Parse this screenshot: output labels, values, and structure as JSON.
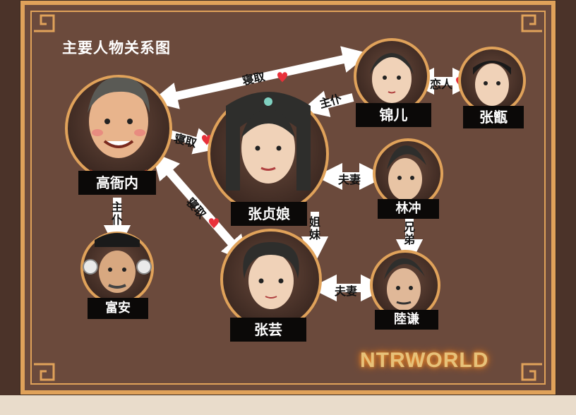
{
  "title": "主要人物关系图",
  "watermark": "NTRWORLD",
  "characters": {
    "gao_yanei": "高衙内",
    "zhang_zhenniang": "张贞娘",
    "jiner": "锦儿",
    "zhang_fan": "张甑",
    "lin_chong": "林冲",
    "fu_an": "富安",
    "zhang_yun": "张芸",
    "lu_qian": "陸谦"
  },
  "relations": {
    "gao_jiner": "寝取",
    "gao_zhenniang": "寝取",
    "gao_zhangyun": "寝取",
    "jiner_zhenniang": "主仆",
    "jiner_zhangfan": "恋人",
    "zhenniang_linchong": "夫妻",
    "zhenniang_zhangyun": "姐妹",
    "linchong_luqian": "兄弟",
    "zhangyun_luqian": "夫妻",
    "gao_fuan": "主仆"
  },
  "colors": {
    "board": "#6b4a3c",
    "frame": "#e0a25a",
    "arrow": "#ffffff",
    "heart": "#e8303a",
    "name_box": "#0b0908"
  }
}
